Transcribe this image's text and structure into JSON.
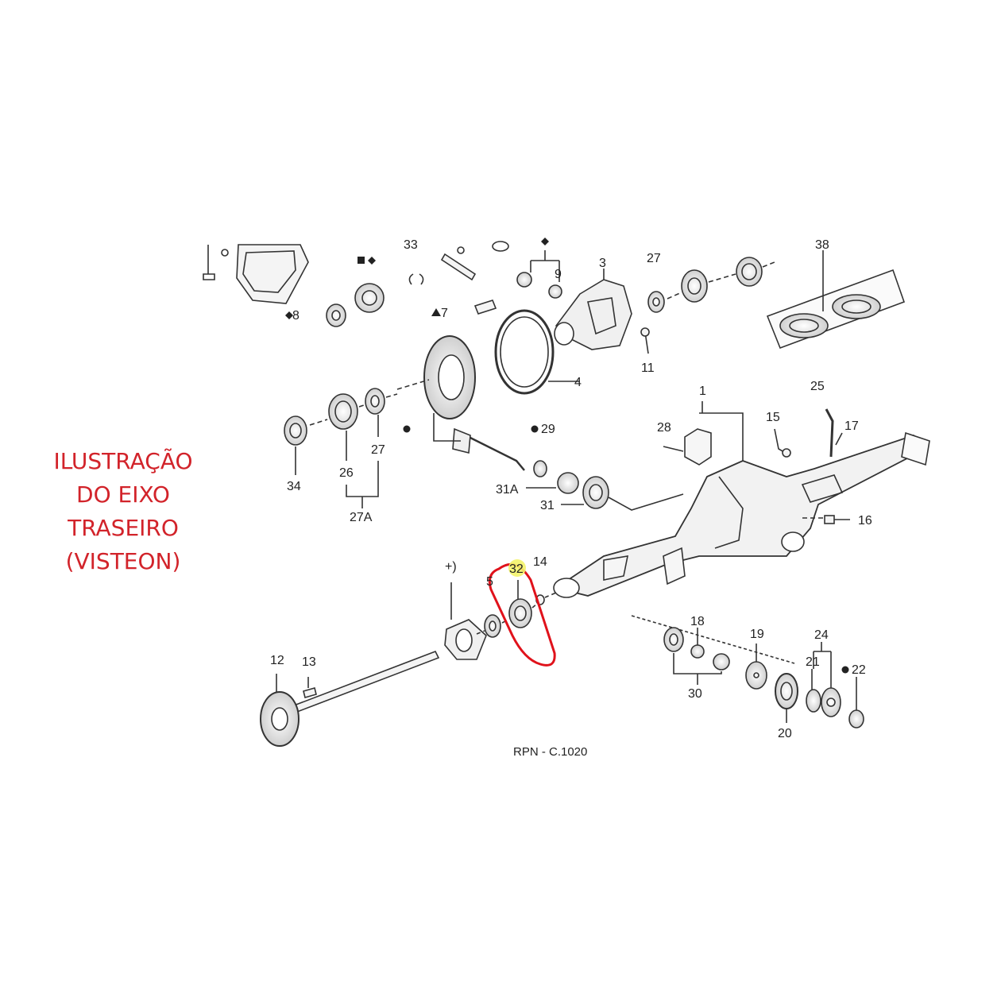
{
  "caption": {
    "line1": "ILUSTRAÇÃO",
    "line2": "DO EIXO",
    "line3": "TRASEIRO",
    "line4": "(VISTEON)",
    "color": "#d2232a"
  },
  "diagram_code": "RPN - C.1020",
  "highlight": {
    "part": "32",
    "ring_color": "#e0121b",
    "marker_color": "#f3f36a"
  },
  "part_labels": {
    "p1": "1",
    "p3": "3",
    "p4": "4",
    "p7": "7",
    "p8": "8",
    "p9": "9",
    "p11": "11",
    "p12": "12",
    "p13": "13",
    "p14": "14",
    "p15": "15",
    "p16": "16",
    "p17": "17",
    "p18": "18",
    "p19": "19",
    "p20": "20",
    "p21": "21",
    "p22": "22",
    "p24": "24",
    "p25": "25",
    "p26": "26",
    "p27a": "27",
    "p27b": "27",
    "p27A": "27A",
    "p28": "28",
    "p29": "29",
    "p30": "30",
    "p31": "31",
    "p31A": "31A",
    "p32": "32",
    "p33": "33",
    "p34": "34",
    "p38": "38",
    "p5": "5",
    "plus": "+)"
  }
}
